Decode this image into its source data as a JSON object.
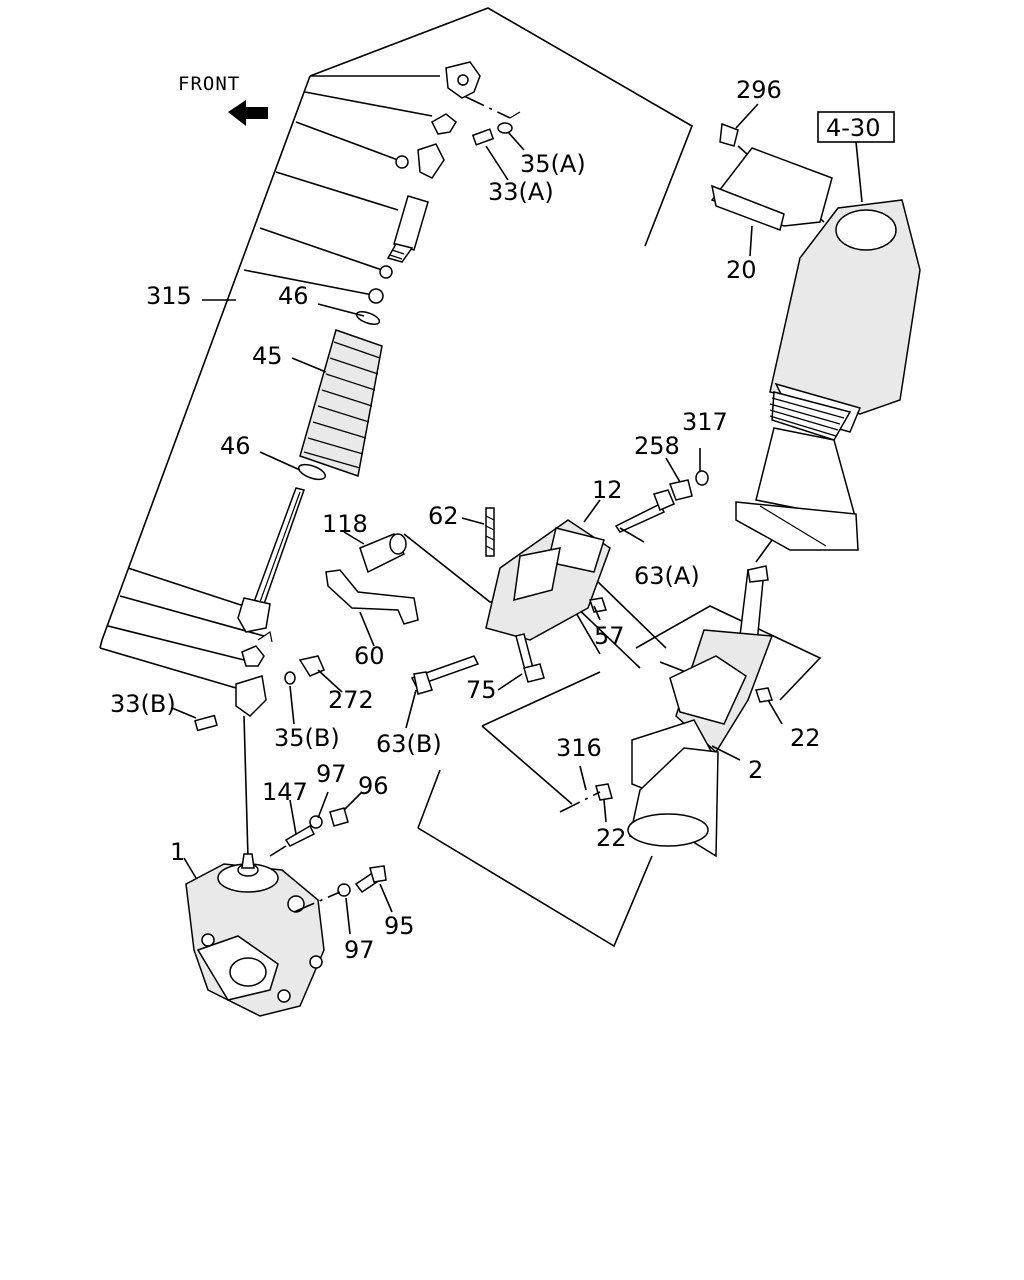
{
  "front_label": "FRONT",
  "ref_box": "4-30",
  "labels": {
    "p296": "296",
    "p20": "20",
    "p35a": "35(A)",
    "p33a": "33(A)",
    "p315": "315",
    "p46_top": "46",
    "p45": "45",
    "p46_bot": "46",
    "p317": "317",
    "p258": "258",
    "p12": "12",
    "p62": "62",
    "p118": "118",
    "p63a": "63(A)",
    "p57": "57",
    "p60": "60",
    "p272": "272",
    "p75": "75",
    "p33b": "33(B)",
    "p35b": "35(B)",
    "p63b": "63(B)",
    "p22_right": "22",
    "p316": "316",
    "p2": "2",
    "p22_low": "22",
    "p147": "147",
    "p97_top": "97",
    "p96": "96",
    "p1": "1",
    "p95": "95",
    "p97_low": "97"
  }
}
